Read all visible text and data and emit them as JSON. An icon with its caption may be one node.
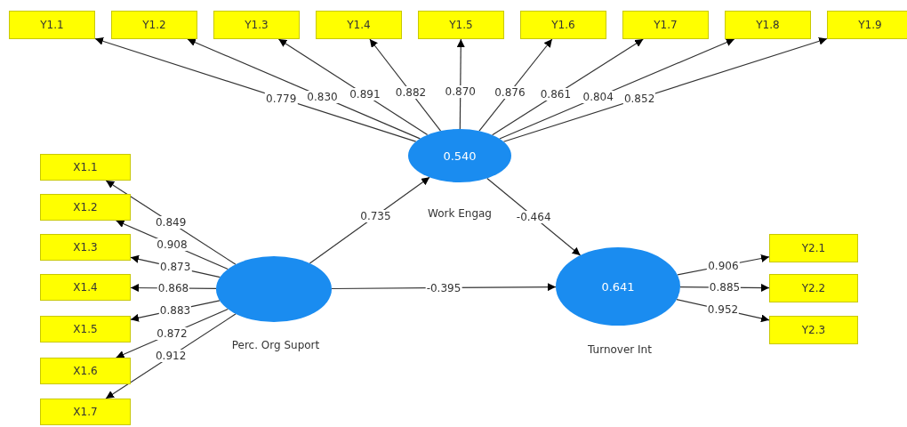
{
  "diagram": {
    "nodes": [
      {
        "text": [
          "Y1.1"
        ]
      },
      {
        "text": [
          "Y1.2"
        ]
      },
      {
        "text": [
          "Y1.3"
        ]
      },
      {
        "text": [
          "Y1.4"
        ]
      },
      {
        "text": [
          "Y1.5"
        ]
      },
      {
        "text": [
          "Y1.6"
        ]
      },
      {
        "text": [
          "Y1.7"
        ]
      },
      {
        "text": [
          "Y1.8"
        ]
      },
      {
        "text": [
          "Y1.9"
        ]
      },
      {
        "text": [
          "0.540",
          "Work Engag"
        ]
      },
      {
        "text": [
          "X1.1"
        ]
      },
      {
        "text": [
          "X1.2"
        ]
      },
      {
        "text": [
          "X1.3"
        ]
      },
      {
        "text": [
          "X1.4"
        ]
      },
      {
        "text": [
          "X1.5"
        ]
      },
      {
        "text": [
          "X1.6"
        ]
      },
      {
        "text": [
          "X1.7"
        ]
      },
      {
        "text": [
          "Perc. Org Suport"
        ]
      },
      {
        "text": [
          "0.641",
          "Turnover Int"
        ]
      },
      {
        "text": [
          "Y2.1"
        ]
      },
      {
        "text": [
          "Y2.2"
        ]
      },
      {
        "text": [
          "Y2.3"
        ]
      }
    ],
    "edges": [
      {
        "from": 9,
        "to": 0,
        "arrow": "to",
        "label": "0.779"
      },
      {
        "from": 9,
        "to": 1,
        "arrow": "to",
        "label": "0.830"
      },
      {
        "from": 9,
        "to": 2,
        "arrow": "to",
        "label": "0.891"
      },
      {
        "from": 9,
        "to": 3,
        "arrow": "to",
        "label": "0.882"
      },
      {
        "from": 9,
        "to": 4,
        "arrow": "to",
        "label": "0.870"
      },
      {
        "from": 9,
        "to": 5,
        "arrow": "to",
        "label": "0.876"
      },
      {
        "from": 9,
        "to": 6,
        "arrow": "to",
        "label": "0.861"
      },
      {
        "from": 9,
        "to": 7,
        "arrow": "to",
        "label": "0.804"
      },
      {
        "from": 9,
        "to": 8,
        "arrow": "to",
        "label": "0.852"
      },
      {
        "from": 17,
        "to": 10,
        "arrow": "to",
        "label": "0.849"
      },
      {
        "from": 17,
        "to": 11,
        "arrow": "to",
        "label": "0.908"
      },
      {
        "from": 17,
        "to": 12,
        "arrow": "to",
        "label": "0.873"
      },
      {
        "from": 17,
        "to": 13,
        "arrow": "to",
        "label": "0.868"
      },
      {
        "from": 17,
        "to": 14,
        "arrow": "to",
        "label": "0.883"
      },
      {
        "from": 17,
        "to": 15,
        "arrow": "to",
        "label": "0.872"
      },
      {
        "from": 17,
        "to": 16,
        "arrow": "to",
        "label": "0.912"
      },
      {
        "from": 17,
        "to": 9,
        "arrow": "to",
        "label": "0.735"
      },
      {
        "from": 9,
        "to": 18,
        "arrow": "to",
        "label": "-0.464"
      },
      {
        "from": 17,
        "to": 18,
        "arrow": "to",
        "label": "-0.395"
      },
      {
        "from": 18,
        "to": 19,
        "arrow": "to",
        "label": "0.906"
      },
      {
        "from": 18,
        "to": 20,
        "arrow": "to",
        "label": "0.885"
      },
      {
        "from": 18,
        "to": 21,
        "arrow": "to",
        "label": "0.952"
      }
    ]
  }
}
